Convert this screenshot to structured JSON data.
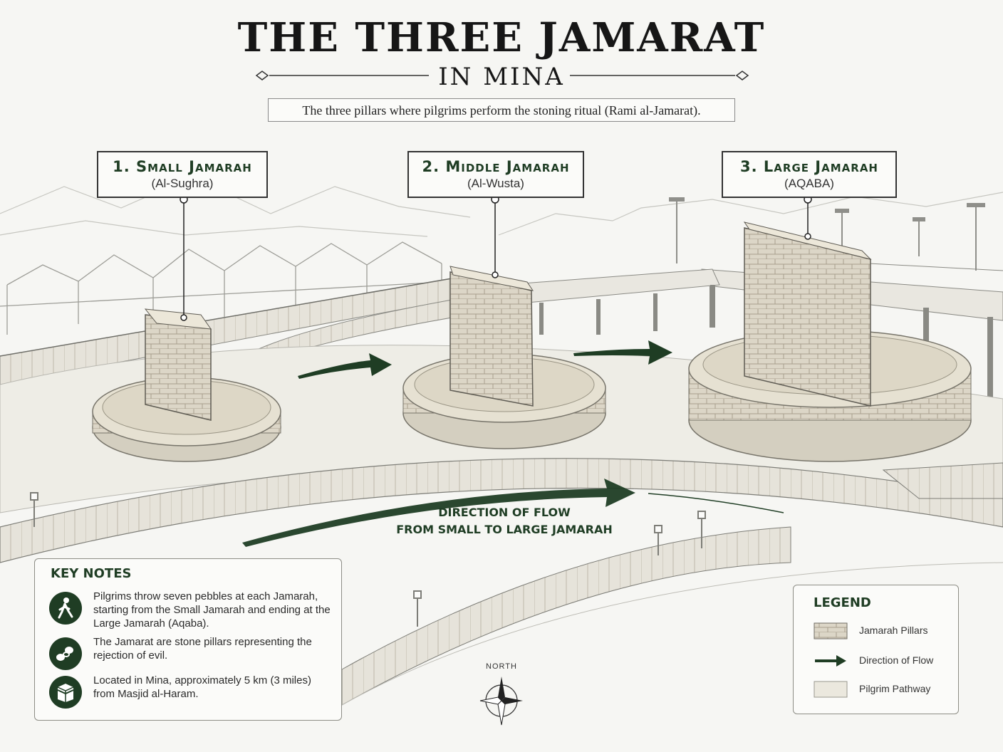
{
  "header": {
    "title": "THE THREE JAMARAT",
    "subtitle": "IN MINA",
    "description": "The three pillars where pilgrims perform the stoning ritual (Rami al-Jamarat)."
  },
  "pillars": [
    {
      "title": "1. Small Jamarah",
      "sub": "(Al-Sughra)"
    },
    {
      "title": "2. Middle Jamarah",
      "sub": "(Al-Wusta)"
    },
    {
      "title": "3. Large Jamarah",
      "sub": "(AQABA)"
    }
  ],
  "flow": {
    "line1": "DIRECTION OF FLOW",
    "line2": "FROM SMALL TO LARGE JAMARAH"
  },
  "key_notes": {
    "title": "KEY NOTES",
    "items": [
      {
        "icon": "walking-pilgrim-icon",
        "text": "Pilgrims throw seven pebbles at each Jamarah, starting from the Small Jamarah and ending at the Large Jamarah (Aqaba)."
      },
      {
        "icon": "pebbles-icon",
        "text": "The Jamarat are stone pillars representing the rejection of evil."
      },
      {
        "icon": "kaaba-icon",
        "text": "Located in Mina, approximately 5 km (3 miles) from Masjid al-Haram."
      }
    ]
  },
  "legend": {
    "title": "LEGEND",
    "items": [
      {
        "swatch": "stone",
        "label": "Jamarah Pillars"
      },
      {
        "swatch": "arrow",
        "label": "Direction of Flow"
      },
      {
        "swatch": "pathway",
        "label": "Pilgrim Pathway"
      }
    ]
  },
  "compass": {
    "label": "NORTH"
  },
  "colors": {
    "accent": "#1f3d24",
    "stone": "#d9d3c4",
    "pathway": "#ebe8de",
    "background": "#f6f6f3"
  }
}
